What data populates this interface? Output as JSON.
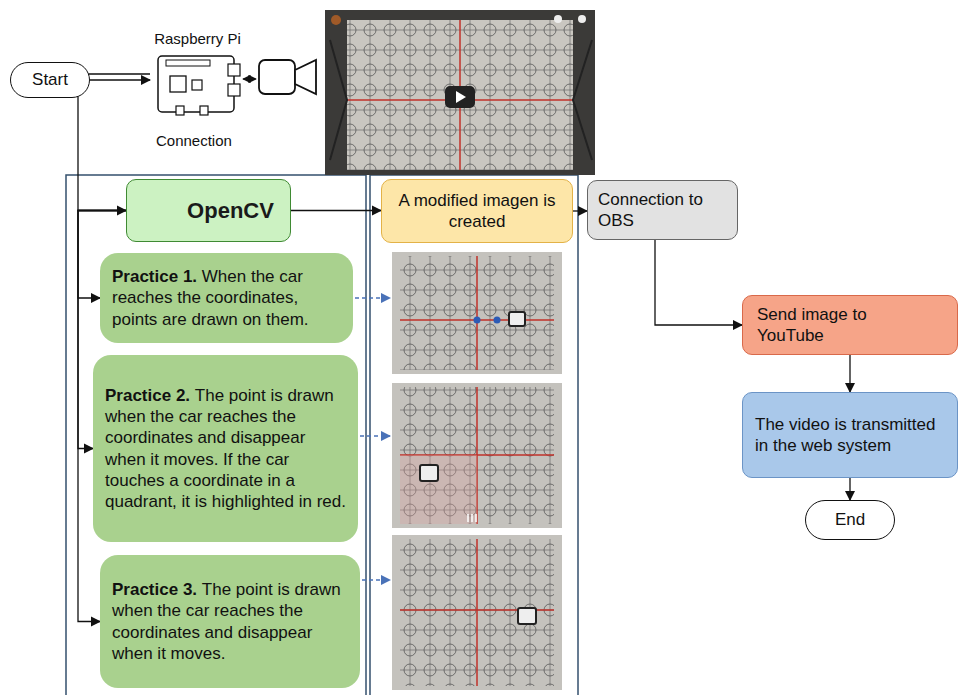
{
  "diagram": {
    "nodes": [
      {
        "text": [
          "Start"
        ]
      },
      {
        "text": [
          "Raspberry Pi"
        ]
      },
      {
        "text": [
          "OpenCV"
        ]
      },
      {
        "text": [
          "Practice 1.",
          "When the car reaches the coordinates, points are drawn on them."
        ]
      },
      {
        "text": [
          "Practice 2.",
          "The point is drawn when the car reaches the coordinates and disappear when it moves. If the car touches a coordinate in a quadrant, it is highlighted in red."
        ]
      },
      {
        "text": [
          "Practice 3.",
          "The point is drawn when the car reaches the coordinates and disappear when it moves."
        ]
      },
      {
        "text": [
          "A modified imagen is created"
        ]
      },
      {
        "text": [
          "Connection to OBS"
        ]
      },
      {
        "text": [
          "Send image to YouTube"
        ]
      },
      {
        "text": [
          "The video is transmitted in the web system"
        ]
      },
      {
        "text": [
          "End"
        ]
      }
    ],
    "edges": [
      {
        "from": 0,
        "to": 1,
        "arrow": "to"
      },
      {
        "from": 1,
        "to": 2,
        "label": "Connection",
        "arrow": "to"
      },
      {
        "from": 2,
        "to": 3,
        "arrow": "to"
      },
      {
        "from": 2,
        "to": 4,
        "arrow": "to"
      },
      {
        "from": 2,
        "to": 5,
        "arrow": "to"
      },
      {
        "from": 2,
        "to": 6,
        "arrow": "to"
      },
      {
        "from": 6,
        "to": 7,
        "arrow": "to"
      },
      {
        "from": 7,
        "to": 8,
        "arrow": "to"
      },
      {
        "from": 8,
        "to": 9,
        "arrow": "to"
      },
      {
        "from": 9,
        "to": 10,
        "arrow": "to"
      }
    ]
  }
}
